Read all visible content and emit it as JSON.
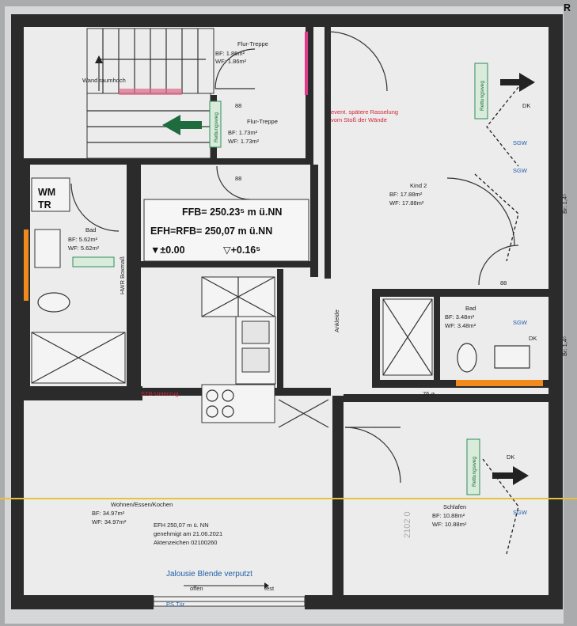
{
  "rooms": {
    "stair_upper": {
      "name": "Flur-Treppe",
      "bf": "BF: 1.86m²",
      "wf": "WF: 1.86m²"
    },
    "stair_lower": {
      "name": "Flur-Treppe",
      "bf": "BF: 1.73m²",
      "wf": "WF: 1.73m²"
    },
    "bath_left": {
      "name": "Bad",
      "bf": "BF: 5.62m²",
      "wf": "WF: 5.62m²"
    },
    "kind2": {
      "name": "Kind 2",
      "bf": "BF: 17.88m²",
      "wf": "WF: 17.88m²"
    },
    "bath_right": {
      "name": "Bad",
      "bf": "BF: 3.48m²",
      "wf": "WF: 3.48m²"
    },
    "living": {
      "name": "Wohnen/Essen/Kochen",
      "bf": "BF: 34.97m²",
      "wf": "WF: 34.97m²"
    },
    "bedroom": {
      "name": "Schlafen",
      "bf": "BF: 10.88m²",
      "wf": "WF: 10.88m²"
    }
  },
  "levels": {
    "ffb": "FFB= 250.23⁵ m ü.NN",
    "efh": "EFH=RFB= 250,07 m ü.NN",
    "zero": "▼±0.00",
    "plus": "▽+0.16⁵"
  },
  "approval": {
    "efh": "EFH 250,07 m ü. NN",
    "date": "genehmigt am 21.06.2021",
    "file": "Aktenzeichen 02100260"
  },
  "labels": {
    "wm": "WM",
    "tr": "TR",
    "wand": "Wand raumhoch",
    "rettungsweg": "Rettungsweg",
    "stb": "STB-Unterzug",
    "jalousie": "Jalousie Blende verputzt",
    "dk": "DK",
    "sgw": "SGW",
    "door_88": "88",
    "dim_76": "76 ⌀",
    "hwr": "HWR Boxmaß",
    "ankleide": "Ankleide",
    "red_note_1": "event. spätere Rasselung",
    "red_note_2": "vom Stoß der Wände",
    "ps_tue": "PS Tür",
    "offen": "offen",
    "fest": "fest",
    "side_1": "Br: 1,4⁵",
    "side_2": "Br: 1,4⁵",
    "corner": "R",
    "floor_num": "2102 0"
  },
  "colors": {
    "wall": "#2b2b2b",
    "floor": "#ececec",
    "blue": "#1f5fa8",
    "red": "#d3243a",
    "green": "#2e8b57",
    "yellow_line": "#e8c23a",
    "orange": "#f08a1c"
  }
}
